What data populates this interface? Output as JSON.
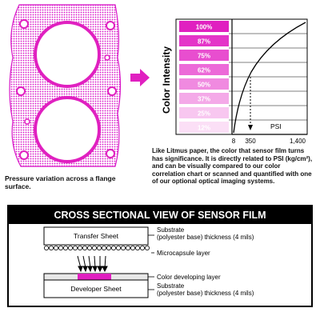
{
  "gasket": {
    "caption": "Pressure variation across a flange surface."
  },
  "chart": {
    "ylabel": "Color Intensity",
    "xlabel": "PSI",
    "ticks": [
      "8",
      "350",
      "1,400"
    ],
    "levels": [
      "100%",
      "87%",
      "75%",
      "62%",
      "50%",
      "37%",
      "25%",
      "12%"
    ],
    "swatch_colors": [
      "#e020c0",
      "#e435c8",
      "#e84ecf",
      "#ec6ad8",
      "#f08ae0",
      "#f4a9e8",
      "#f8c7f0",
      "#fbdff6"
    ],
    "accent": "#e020c0"
  },
  "description": "Like Litmus paper, the color that sensor film turns has significance. It is directly related to PSI (kg/cm²), and can be visually compared to our color correlation chart or scanned and quantified with one of our optional optical imaging systems.",
  "cross_section": {
    "title": "CROSS SECTIONAL VIEW OF SENSOR FILM",
    "transfer_sheet": "Transfer Sheet",
    "developer_sheet": "Developer Sheet",
    "substrate_top": [
      "Substrate",
      "(polyester base) thickness (4 mils)"
    ],
    "microcapsule": "Microcapsule layer",
    "color_layer": "Color developing layer",
    "substrate_bottom": [
      "Substrate",
      "(polyester base) thickness (4 mils)"
    ]
  }
}
